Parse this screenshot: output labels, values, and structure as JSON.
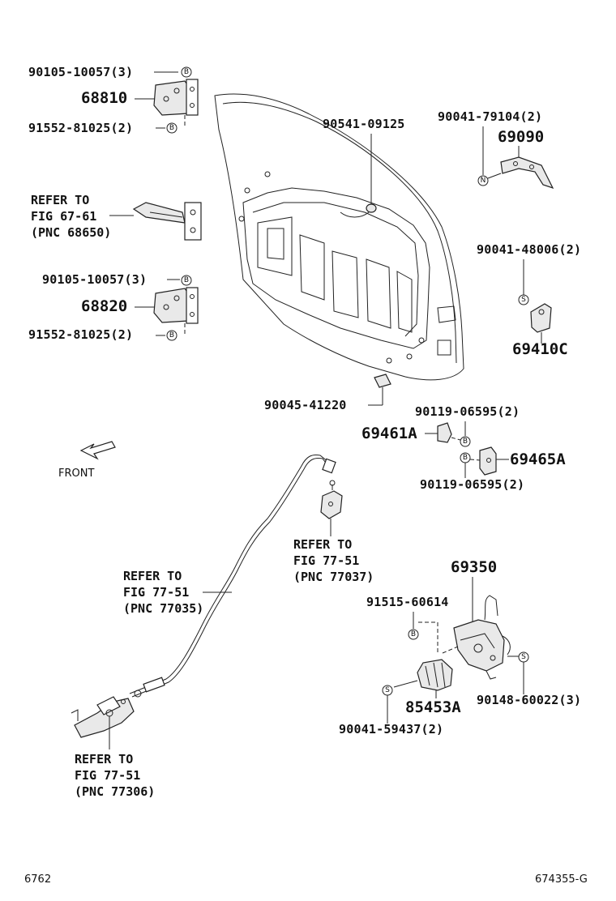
{
  "diagram_number": "6762",
  "diagram_code": "674355-G",
  "front_label": "FRONT",
  "labels": {
    "hinge_upper_bolt": "90105-10057(3)",
    "hinge_upper": "68810",
    "hinge_upper_screw": "91552-81025(2)",
    "stay_ref_1": "REFER TO",
    "stay_ref_2": "FIG 67-61",
    "stay_ref_3": "(PNC 68650)",
    "hinge_lower_bolt": "90105-10057(3)",
    "hinge_lower": "68820",
    "hinge_lower_screw": "91552-81025(2)",
    "plug_top": "90541-09125",
    "bumper_nut": "90041-79104(2)",
    "bumper": "69090",
    "striker_nut": "90041-48006(2)",
    "striker": "69410C",
    "plug_bottom": "90045-41220",
    "bracket_screw_top": "90119-06595(2)",
    "bracket_left": "69461A",
    "bracket_right": "69465A",
    "bracket_screw_bottom": "90119-06595(2)",
    "cable_ref_a_1": "REFER TO",
    "cable_ref_a_2": "FIG 77-51",
    "cable_ref_a_3": "(PNC 77037)",
    "cable_ref_b_1": "REFER TO",
    "cable_ref_b_2": "FIG 77-51",
    "cable_ref_b_3": "(PNC 77035)",
    "lever_ref_1": "REFER TO",
    "lever_ref_2": "FIG 77-51",
    "lever_ref_3": "(PNC 77306)",
    "lock": "69350",
    "lock_bolt": "91515-60614",
    "lock_screw": "90148-60022(3)",
    "motor": "85453A",
    "motor_screw": "90041-59437(2)"
  },
  "badges": {
    "b": "B",
    "n": "N",
    "s": "S"
  }
}
